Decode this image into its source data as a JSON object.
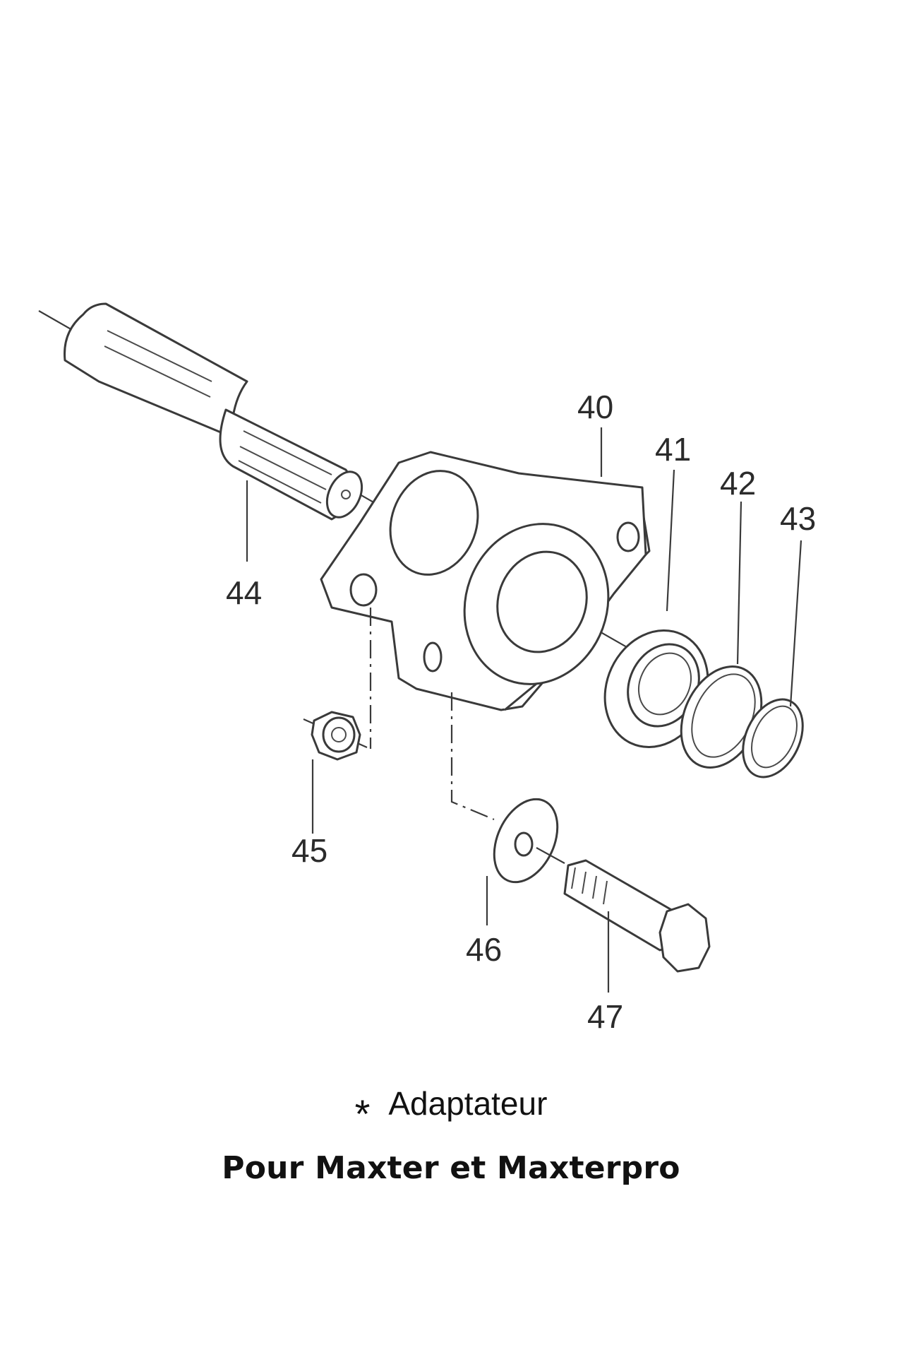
{
  "callouts": {
    "p40": "40",
    "p41": "41",
    "p42": "42",
    "p43": "43",
    "p44": "44",
    "p45": "45",
    "p46": "46",
    "p47": "47"
  },
  "legend": {
    "symbol": "*",
    "label": "Adaptateur"
  },
  "subtitle": "Pour Maxter et Maxterpro"
}
